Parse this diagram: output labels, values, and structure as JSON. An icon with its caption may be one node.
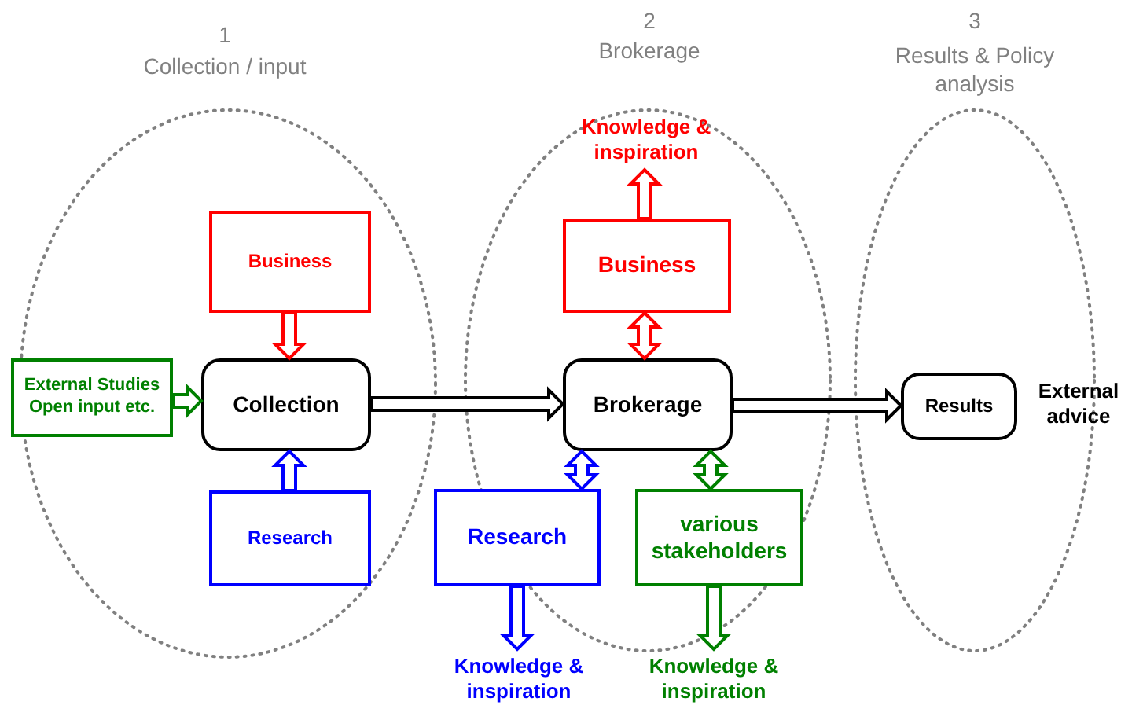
{
  "diagram": {
    "nodes": [
      {
        "text": [
          "External Studies Open input etc."
        ]
      },
      {
        "text": [
          "Business"
        ]
      },
      {
        "text": [
          "Collection"
        ]
      },
      {
        "text": [
          "Research"
        ]
      },
      {
        "text": [
          "Knowledge & inspiration"
        ]
      },
      {
        "text": [
          "Business"
        ]
      },
      {
        "text": [
          "Brokerage"
        ]
      },
      {
        "text": [
          "Research"
        ]
      },
      {
        "text": [
          "various stakeholders"
        ]
      },
      {
        "text": [
          "Knowledge & inspiration"
        ]
      },
      {
        "text": [
          "Knowledge & inspiration"
        ]
      },
      {
        "text": [
          "Results"
        ]
      },
      {
        "text": [
          "External advice"
        ]
      }
    ],
    "edges": [
      {
        "from": 0,
        "to": 2,
        "arrow": "to",
        "color": "#008000"
      },
      {
        "from": 1,
        "to": 2,
        "arrow": "to",
        "color": "#ff0000"
      },
      {
        "from": 3,
        "to": 2,
        "arrow": "to",
        "color": "#0000ff"
      },
      {
        "from": 2,
        "to": 6,
        "arrow": "to",
        "color": "#000000"
      },
      {
        "from": 5,
        "to": 4,
        "arrow": "to",
        "color": "#ff0000"
      },
      {
        "from": 5,
        "to": 6,
        "arrow": "both",
        "color": "#ff0000"
      },
      {
        "from": 7,
        "to": 6,
        "arrow": "both",
        "color": "#0000ff"
      },
      {
        "from": 8,
        "to": 6,
        "arrow": "both",
        "color": "#008000"
      },
      {
        "from": 7,
        "to": 9,
        "arrow": "to",
        "color": "#0000ff"
      },
      {
        "from": 8,
        "to": 10,
        "arrow": "to",
        "color": "#008000"
      },
      {
        "from": 6,
        "to": 11,
        "arrow": "to",
        "color": "#000000"
      }
    ],
    "labels": [
      "1",
      "Collection / input",
      "2",
      "Brokerage",
      "3",
      "Results & Policy analysis"
    ]
  }
}
